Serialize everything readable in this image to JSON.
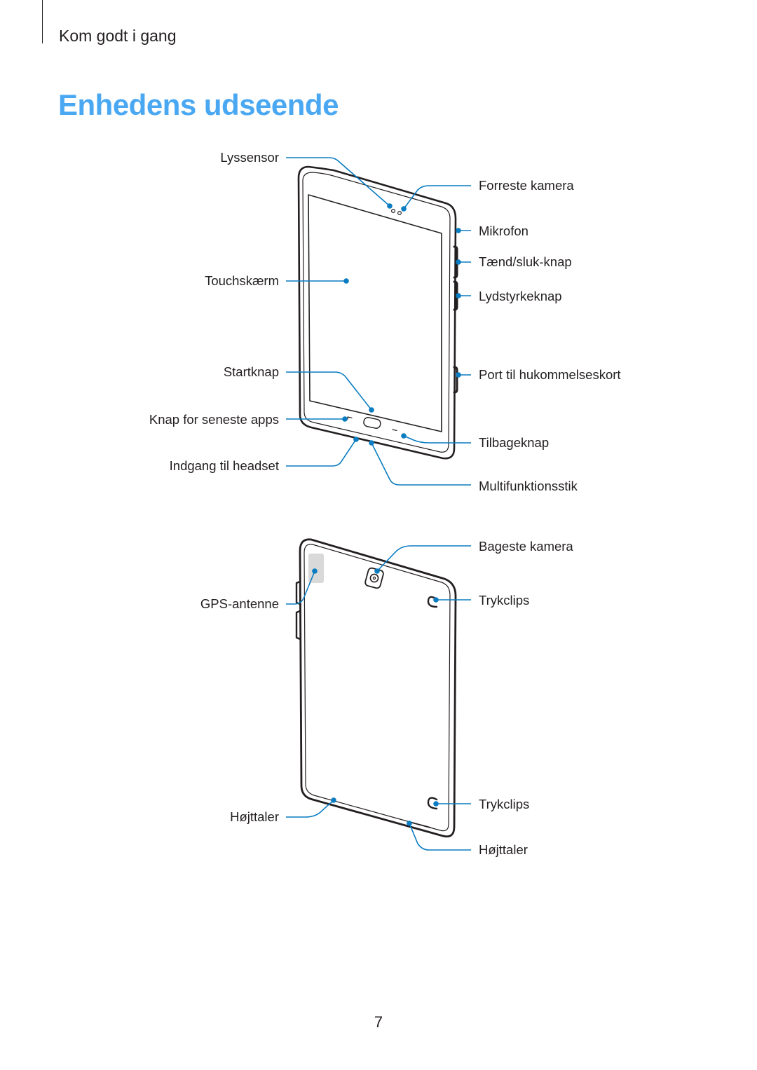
{
  "header": {
    "section": "Kom godt i gang"
  },
  "page_title": "Enhedens udseende",
  "front_labels": {
    "light_sensor": "Lyssensor",
    "touchscreen": "Touchskærm",
    "home_key": "Startknap",
    "recent_apps_key": "Knap for seneste apps",
    "headset_jack": "Indgang til headset",
    "front_camera": "Forreste kamera",
    "microphone": "Mikrofon",
    "power_key": "Tænd/sluk-knap",
    "volume_key": "Lydstyrkeknap",
    "memory_card_slot": "Port til hukommelseskort",
    "back_key": "Tilbageknap",
    "multipurpose_jack": "Multifunktionsstik"
  },
  "back_labels": {
    "rear_camera": "Bageste kamera",
    "gps_antenna": "GPS-antenne",
    "clip_top": "Trykclips",
    "clip_bottom": "Trykclips",
    "speaker_left": "Højttaler",
    "speaker_right": "Højttaler"
  },
  "colors": {
    "accent": "#4aa8f2",
    "callout": "#0a7cc1",
    "text": "#231f20"
  },
  "footer": {
    "page_number": "7"
  }
}
